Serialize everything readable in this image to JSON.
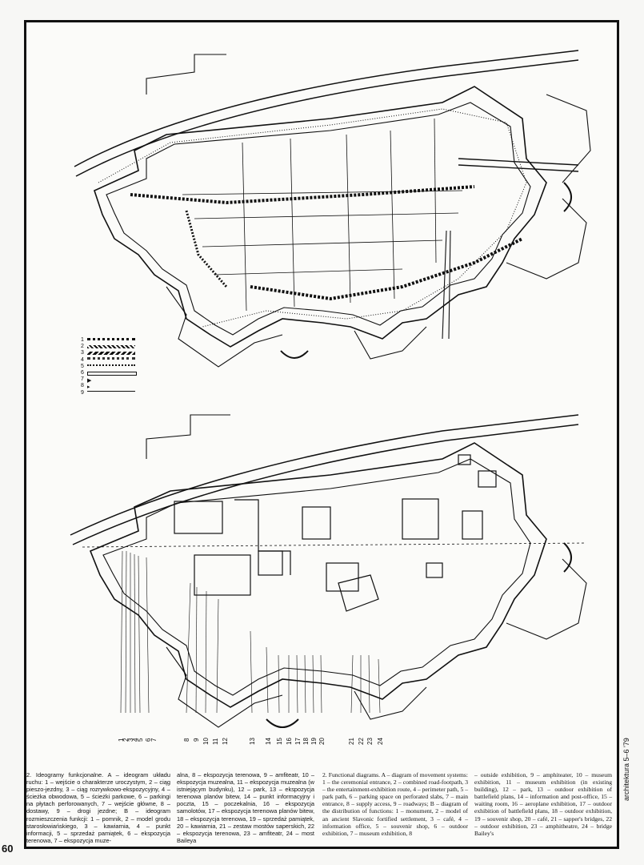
{
  "legend_numbers": [
    "1",
    "2",
    "3",
    "4",
    "5",
    "6",
    "7",
    "8",
    "9"
  ],
  "callouts_bottom": [
    "1",
    "2",
    "3",
    "4",
    "5",
    "6",
    "7",
    "8",
    "9",
    "10",
    "11",
    "12",
    "13",
    "14",
    "15",
    "16",
    "17",
    "18",
    "19",
    "20",
    "21",
    "22",
    "23",
    "24"
  ],
  "captions": {
    "pl_col1": "2. Ideogramy funkcjonalne. A – ideogram układu ruchu: 1 – wejście o charakterze uroczystym, 2 – ciąg pieszo-jezdny, 3 – ciąg rozrywkowo-ekspozycyjny, 4 – ścieżka obwodowa, 5 – ścieżki parkowe, 6 – parkingi na płytach perforowanych, 7 – wejście główne, 8 – dostawy, 9 – drogi jezdne; B – ideogram rozmieszczenia funkcji: 1 – pomnik, 2 – model grodu starosłowiańskiego, 3 – kawiarnia, 4 – punkt informacji, 5 – sprzedaż pamiątek, 6 – ekspozycja terenowa, 7 – ekspozycja muze-",
    "pl_col2": "alna, 8 – ekspozycja terenowa, 9 – amfiteatr, 10 – ekspozycja muzealna, 11 – ekspozycja muzealna (w istniejącym budynku), 12 – park, 13 – ekspozycja terenowa planów bitew, 14 – punkt informacyjny i poczta, 15 – poczekalnia, 16 – ekspozycja samolotów, 17 – ekspozycja terenowa planów bitew, 18 – ekspozycja terenowa, 19 – sprzedaż pamiątek, 20 – kawiarnia, 21 – zestaw mostów saperskich, 22 – ekspozycja terenowa, 23 – amfiteatr, 24 – most Baileya",
    "en_col1": "2. Functional diagrams. A – diagram of movement systems: 1 – the ceremonial entrance, 2 – combined road-footpath, 3 – the entertainment-exhibition route, 4 – perimeter path, 5 – park path, 6 – parking space on perforated slabs, 7 – main entrance, 8 – supply access, 9 – roadways; B – diagram of the distribution of functions: 1 – monument, 2 – model of an ancient Slavonic fortified settlement, 3 – café, 4 – information office, 5 – souvenir shop, 6 – outdoor exhibition, 7 – museum exhibition, 8",
    "en_col2": "– outside exhibition, 9 – amphiteater, 10 – museum exhibition, 11 – museum exhibition (in existing building), 12 – park, 13 – outdoor exhibition of battlefield plans, 14 – information and post-office, 15 – waiting room, 16 – aeroplane exhibition, 17 – outdoor exhibition of battlefield plans, 18 – outdoor exhibition, 19 – souvenir shop, 20 – café, 21 – sapper's bridges, 22 – outdoor exhibition, 23 – amphitheatre, 24 – bridge Bailey's"
  },
  "page_number": "60",
  "side_text": "architektura 5–6 '79"
}
